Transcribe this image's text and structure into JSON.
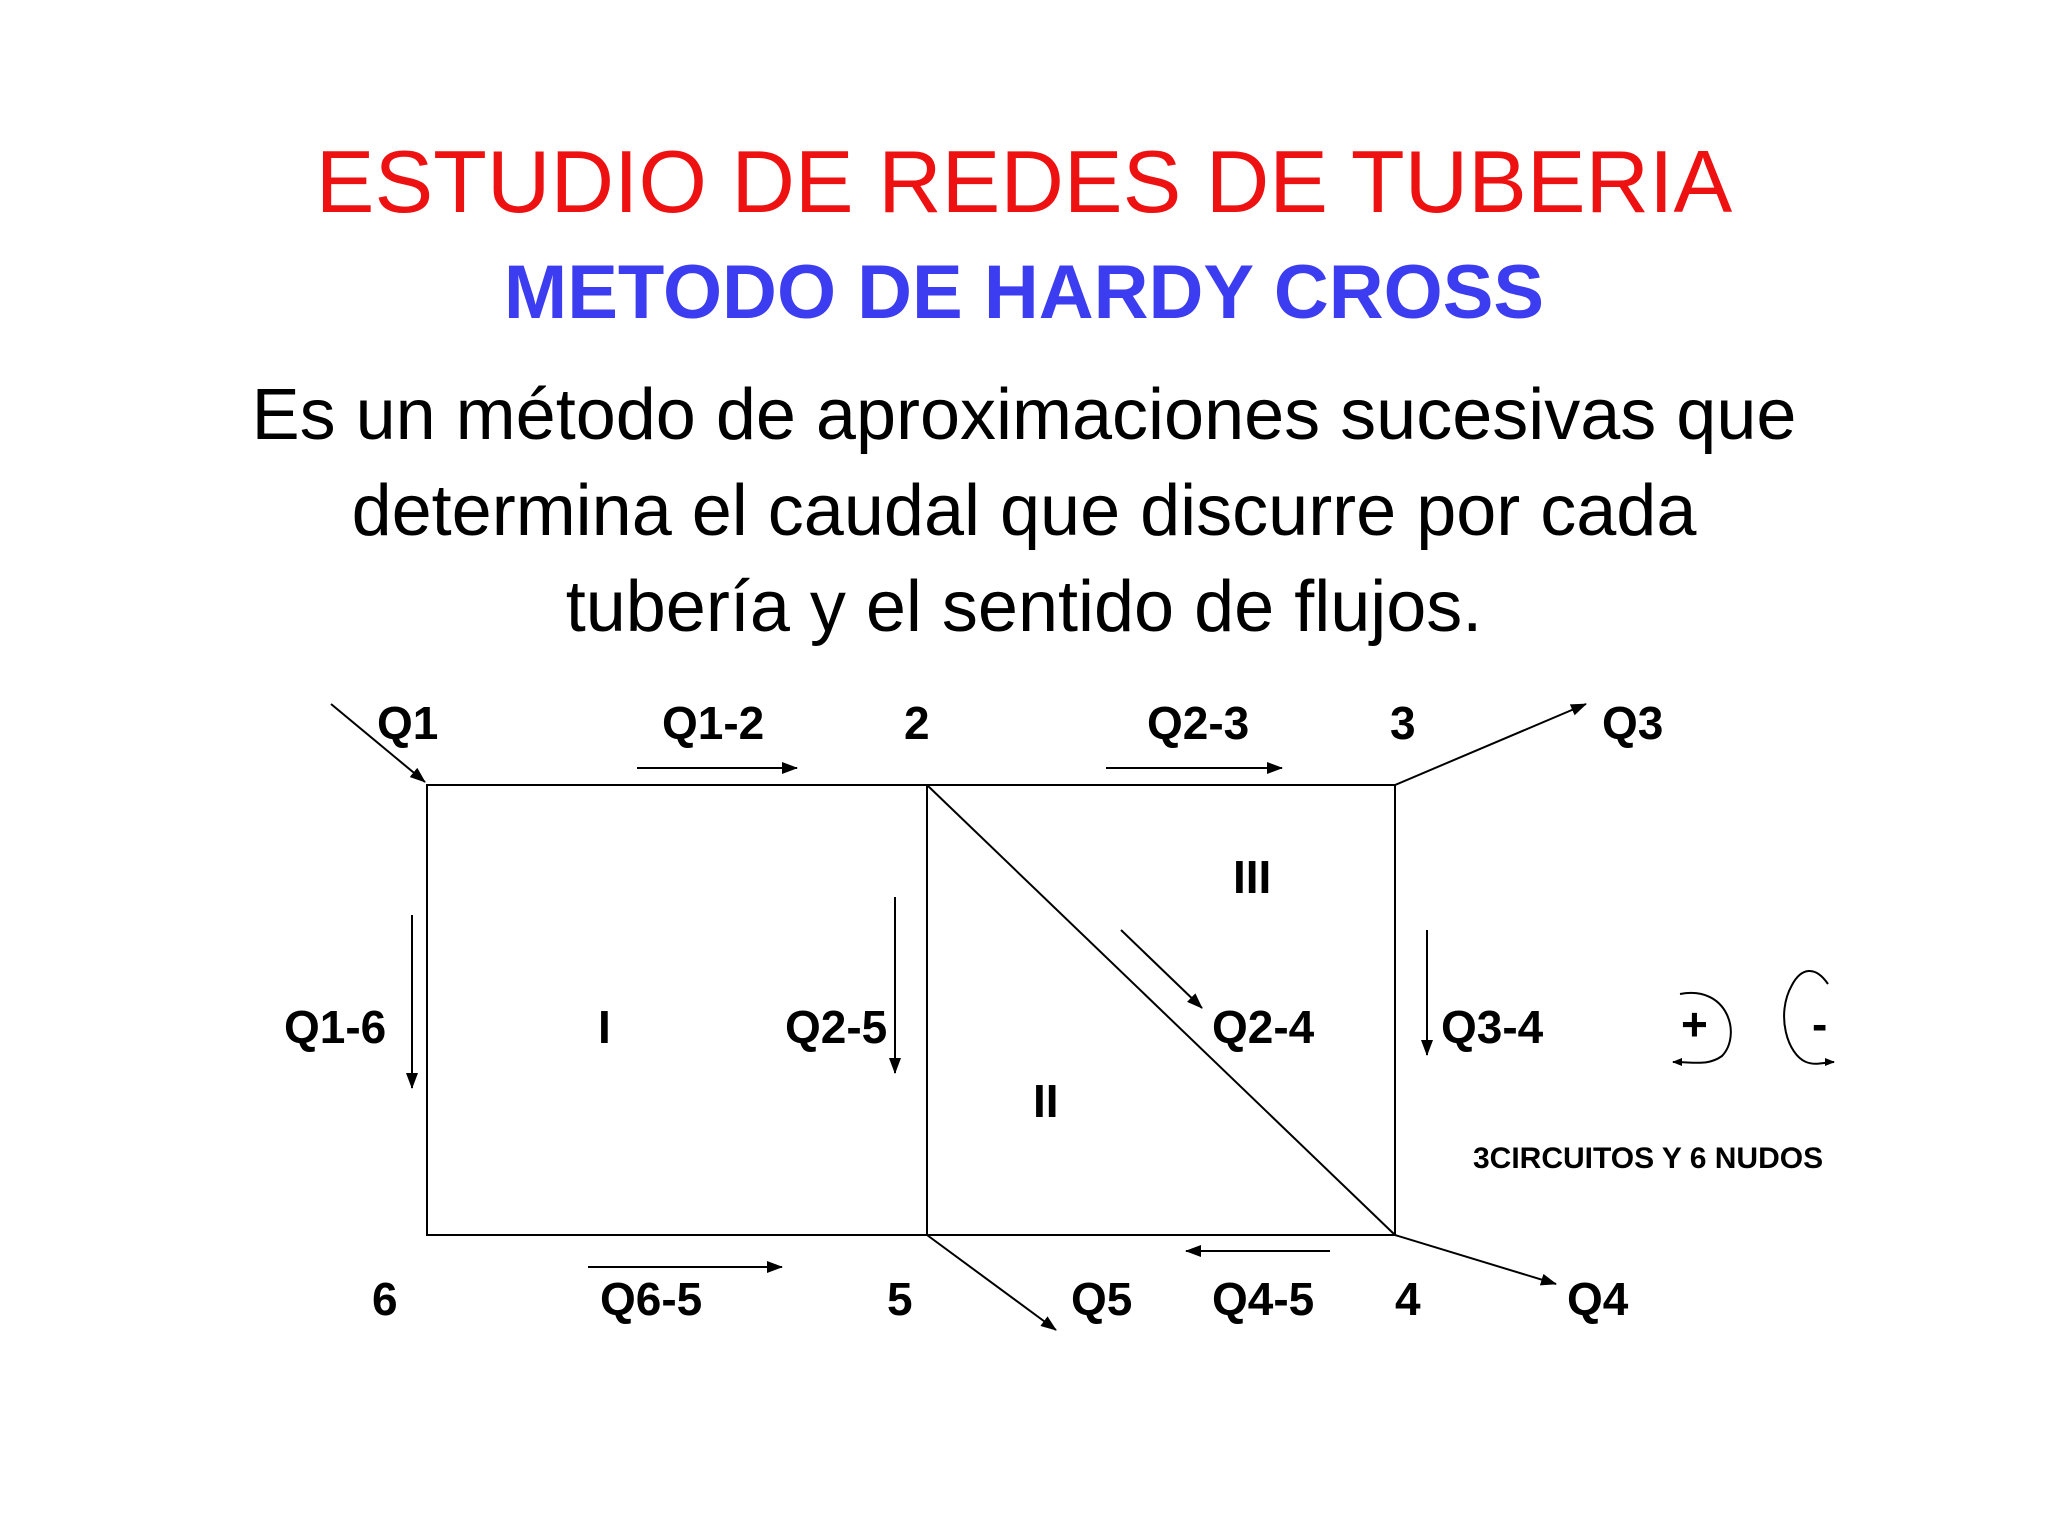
{
  "title": "ESTUDIO DE REDES DE TUBERIA",
  "subtitle": "METODO DE HARDY CROSS",
  "description": [
    "Es un método de aproximaciones sucesivas que",
    "determina el caudal que discurre por cada",
    "tubería y el sentido de flujos."
  ],
  "colors": {
    "title": "#ee1111",
    "subtitle": "#3c3cf0",
    "text": "#000000"
  },
  "diagram": {
    "nodes": [
      "2",
      "3",
      "4",
      "5",
      "6"
    ],
    "flows": {
      "q1": "Q1",
      "q1_2": "Q1-2",
      "q2_3": "Q2-3",
      "q3": "Q3",
      "q1_6": "Q1-6",
      "q2_5": "Q2-5",
      "q2_4": "Q2-4",
      "q3_4": "Q3-4",
      "q6_5": "Q6-5",
      "q5": "Q5",
      "q4_5": "Q4-5",
      "q4": "Q4"
    },
    "circuits": [
      "I",
      "II",
      "III"
    ],
    "sign_plus": "+",
    "sign_minus": "-",
    "note": "3CIRCUITOS Y 6 NUDOS"
  }
}
